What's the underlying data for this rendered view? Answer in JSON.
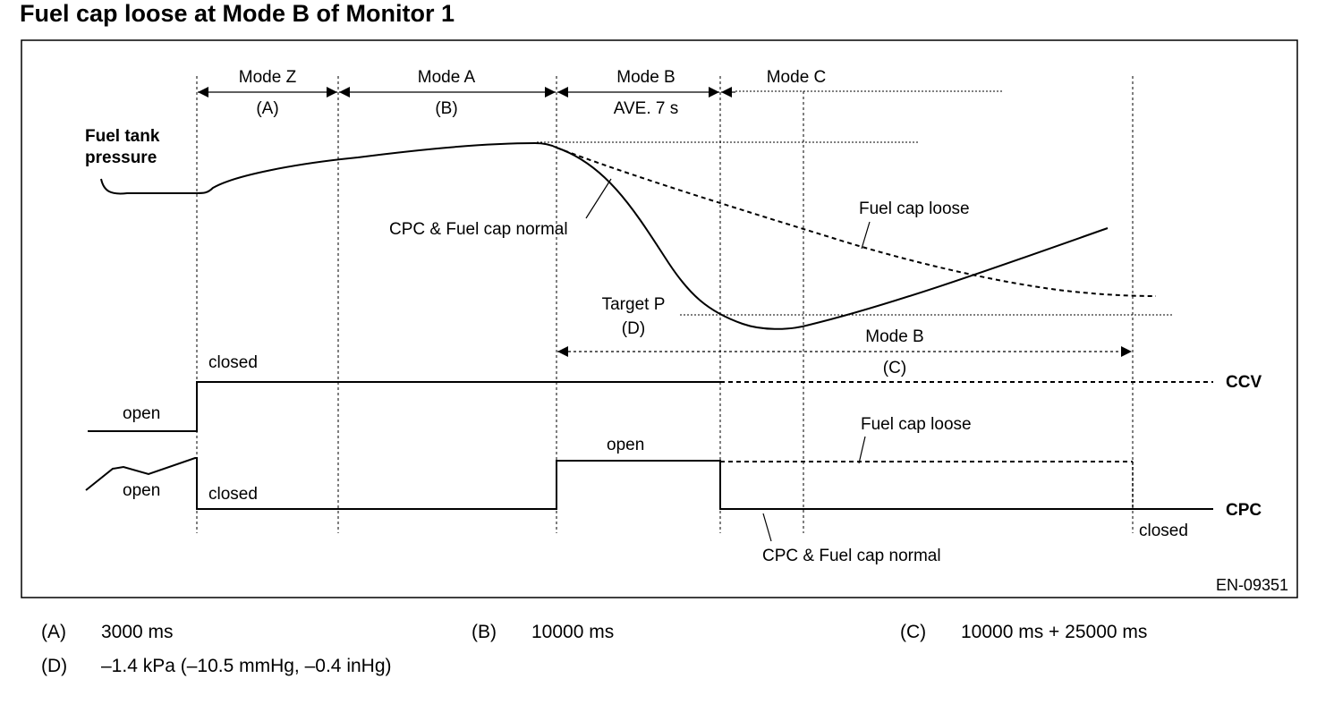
{
  "title": "Fuel cap loose at Mode B of Monitor 1",
  "figure_id": "EN-09351",
  "modes": {
    "z": {
      "name": "Mode Z",
      "ref": "(A)"
    },
    "a": {
      "name": "Mode A",
      "ref": "(B)"
    },
    "b": {
      "name": "Mode B",
      "ref": "AVE. 7 s"
    },
    "c": {
      "name": "Mode C"
    }
  },
  "labels": {
    "fuel_tank_pressure_line1": "Fuel tank",
    "fuel_tank_pressure_line2": "pressure",
    "cpc_fuel_cap_normal": "CPC & Fuel cap normal",
    "fuel_cap_loose": "Fuel cap loose",
    "target_p": "Target P",
    "target_p_ref": "(D)",
    "mode_b_span": "Mode B",
    "mode_b_span_ref": "(C)",
    "ccv": "CCV",
    "cpc": "CPC",
    "closed": "closed",
    "open": "open"
  },
  "legend": [
    {
      "key": "(A)",
      "value": "3000 ms"
    },
    {
      "key": "(B)",
      "value": "10000 ms"
    },
    {
      "key": "(C)",
      "value": "10000 ms + 25000 ms"
    },
    {
      "key": "(D)",
      "value": "–1.4 kPa (–10.5 mmHg, –0.4 inHg)"
    }
  ]
}
